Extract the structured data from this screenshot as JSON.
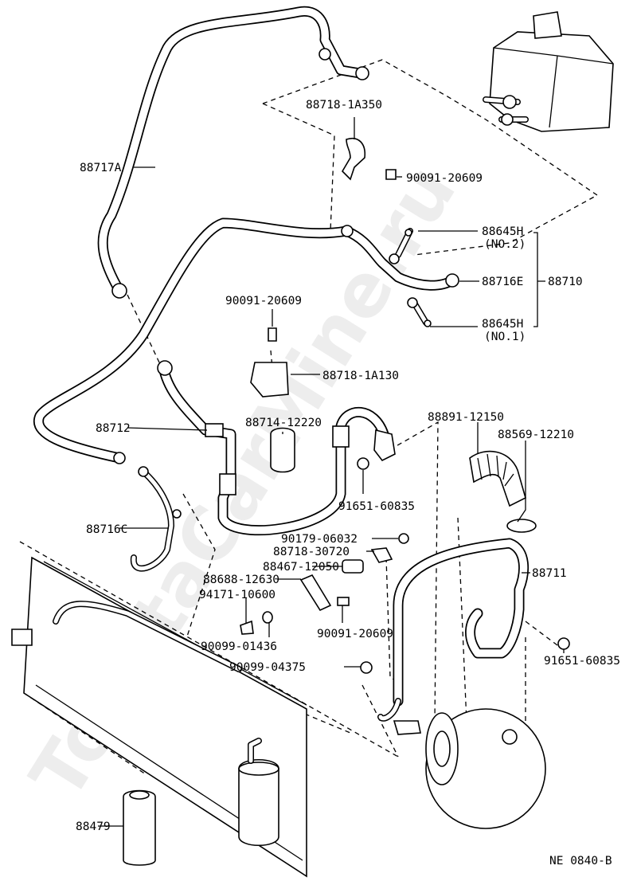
{
  "diagram_id": "NE 0840-B",
  "watermark": "ToyotaCarMine.ru",
  "labels": [
    {
      "id": "88717A",
      "text": "88717A"
    },
    {
      "id": "88718-1A350",
      "text": "88718-1A350"
    },
    {
      "id": "90091-20609-a",
      "text": "90091-20609"
    },
    {
      "id": "88645H-2",
      "text": "88645H"
    },
    {
      "id": "88645H-2-sub",
      "text": "(NO.2)"
    },
    {
      "id": "88716E",
      "text": "88716E"
    },
    {
      "id": "88710",
      "text": "88710"
    },
    {
      "id": "88645H-1",
      "text": "88645H"
    },
    {
      "id": "88645H-1-sub",
      "text": "(NO.1)"
    },
    {
      "id": "90091-20609-b",
      "text": "90091-20609"
    },
    {
      "id": "88718-1A130",
      "text": "88718-1A130"
    },
    {
      "id": "88712",
      "text": "88712"
    },
    {
      "id": "88714-12220",
      "text": "88714-12220"
    },
    {
      "id": "88891-12150",
      "text": "88891-12150"
    },
    {
      "id": "88569-12210",
      "text": "88569-12210"
    },
    {
      "id": "91651-60835-a",
      "text": "91651-60835"
    },
    {
      "id": "88716C",
      "text": "88716C"
    },
    {
      "id": "90179-06032",
      "text": "90179-06032"
    },
    {
      "id": "88718-30720",
      "text": "88718-30720"
    },
    {
      "id": "88467-12050",
      "text": "88467-12050"
    },
    {
      "id": "88688-12630",
      "text": "88688-12630"
    },
    {
      "id": "94171-10600",
      "text": "94171-10600"
    },
    {
      "id": "88711",
      "text": "88711"
    },
    {
      "id": "90091-20609-c",
      "text": "90091-20609"
    },
    {
      "id": "90099-01436",
      "text": "90099-01436"
    },
    {
      "id": "90099-04375",
      "text": "90099-04375"
    },
    {
      "id": "91651-60835-b",
      "text": "91651-60835"
    },
    {
      "id": "88479",
      "text": "88479"
    }
  ]
}
